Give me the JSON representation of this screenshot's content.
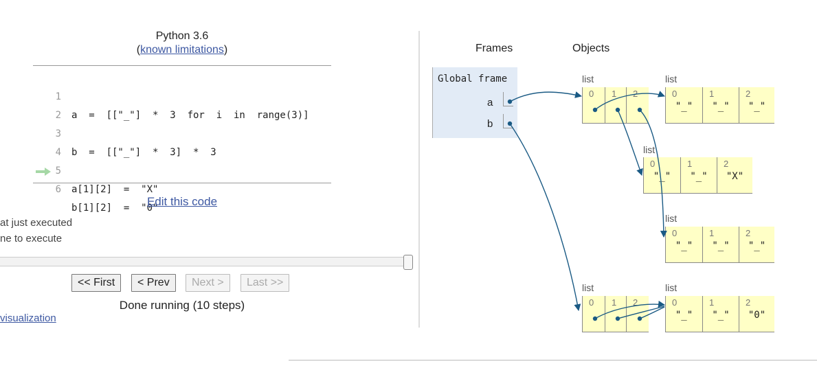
{
  "editor": {
    "language": "Python 3.6",
    "sub_open": "(",
    "sub_link": "known limitations",
    "sub_close": ")",
    "lines": [
      {
        "no": "1",
        "code": "a  =  [[\"_\"]  *  3  for  i  in  range(3)]"
      },
      {
        "no": "2",
        "code": ""
      },
      {
        "no": "3",
        "code": "b  =  [[\"_\"]  *  3]  *  3"
      },
      {
        "no": "4",
        "code": ""
      },
      {
        "no": "5",
        "code": "a[1][2]  =  \"X\""
      },
      {
        "no": "6",
        "code": "b[1][2]  =  \"0\""
      }
    ],
    "current_line_arrow": "➡",
    "edit_link": "Edit this code",
    "legend_executed": "at just executed",
    "legend_next": "ne to execute",
    "buttons": {
      "first": "<< First",
      "prev": "< Prev",
      "next": "Next >",
      "last": "Last >>"
    },
    "status": "Done running (10 steps)",
    "viz_link": " visualization"
  },
  "viz": {
    "frames_header": "Frames",
    "objects_header": "Objects",
    "global_frame": "Global frame",
    "vars": [
      "a",
      "b"
    ],
    "list_label": "list",
    "lists": {
      "a_outer": {
        "idx": [
          "0",
          "1",
          "2"
        ],
        "vals": [
          "",
          "",
          ""
        ]
      },
      "a0": {
        "idx": [
          "0",
          "1",
          "2"
        ],
        "vals": [
          "\"_\"",
          "\"_\"",
          "\"_\""
        ]
      },
      "a1": {
        "idx": [
          "0",
          "1",
          "2"
        ],
        "vals": [
          "\"_\"",
          "\"_\"",
          "\"X\""
        ]
      },
      "a2": {
        "idx": [
          "0",
          "1",
          "2"
        ],
        "vals": [
          "\"_\"",
          "\"_\"",
          "\"_\""
        ]
      },
      "b_outer": {
        "idx": [
          "0",
          "1",
          "2"
        ],
        "vals": [
          "",
          "",
          ""
        ]
      },
      "b0": {
        "idx": [
          "0",
          "1",
          "2"
        ],
        "vals": [
          "\"_\"",
          "\"_\"",
          "\"0\""
        ]
      }
    },
    "colors": {
      "pointer": "#1A5A84",
      "list_bg": "#ffffc6",
      "frame_bg": "#e2ebf6",
      "arrow_green": "#a6d8a6"
    }
  }
}
